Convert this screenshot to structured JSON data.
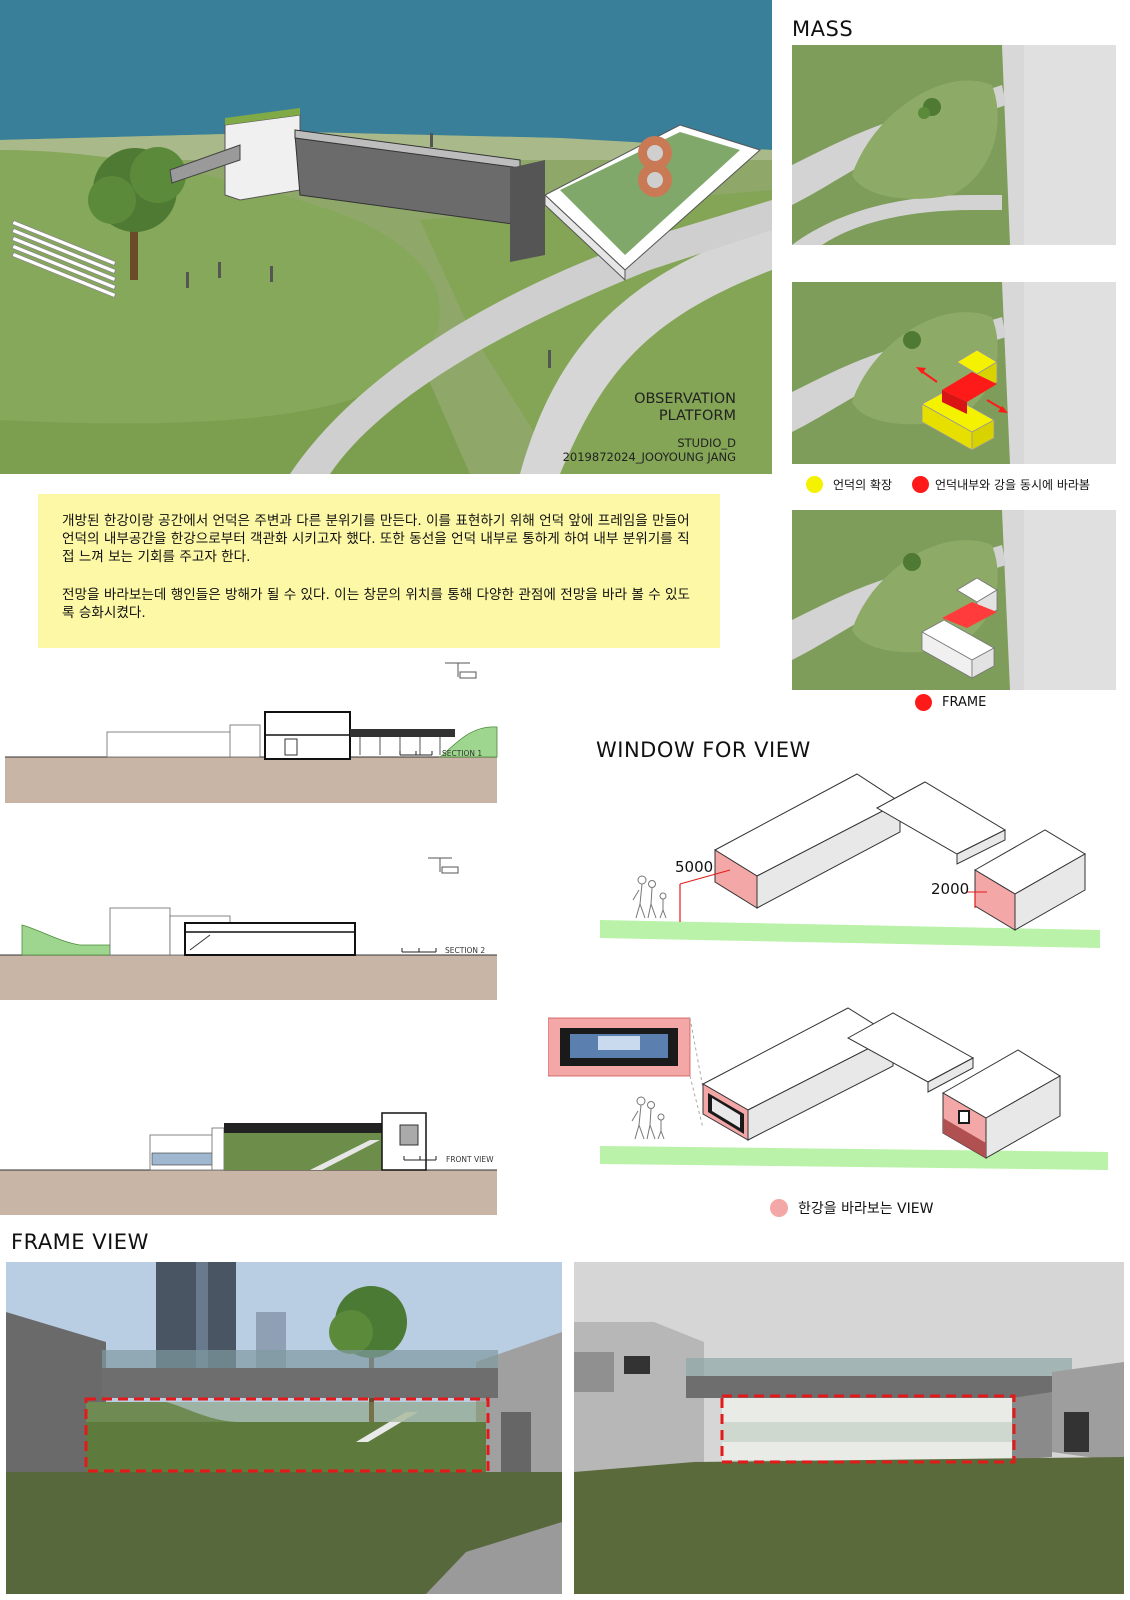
{
  "hero": {
    "title_line1": "OBSERVATION",
    "title_line2": "PLATFORM",
    "studio": "STUDIO_D",
    "author": "2019872024_JOOYOUNG JANG"
  },
  "mass": {
    "title": "MASS",
    "legend": {
      "yellow_label": "언덕의 확장",
      "red_label": "언덕내부와 강을 동시에 바라봄",
      "frame_label": "FRAME"
    }
  },
  "description": {
    "paragraph1": "개방된 한강이랑 공간에서 언덕은 주변과 다른 분위기를 만든다. 이를 표현하기 위해 언덕 앞에 프레임을 만들어 언덕의 내부공간을 한강으로부터 객관화 시키고자 했다. 또한 동선을 언덕 내부로 통하게 하여 내부 분위기를 직접 느껴 보는 기회를 주고자 한다.",
    "paragraph2": "전망을 바라보는데 행인들은 방해가 될 수 있다. 이는 창문의 위치를 통해 다양한 관점에 전망을 바라 볼 수 있도록 승화시켰다."
  },
  "sections": {
    "section1": "SECTION 1",
    "section2": "SECTION 2",
    "front": "FRONT VIEW"
  },
  "window": {
    "title": "WINDOW FOR VIEW",
    "dim1": "5000",
    "dim2": "2000",
    "legend_label": "한강을 바라보는 VIEW"
  },
  "frame_view": {
    "title": "FRAME VIEW"
  },
  "colors": {
    "water": "#3a7f9a",
    "grass": "#7ea152",
    "highlight_yellow": "#f5f200",
    "highlight_red": "#ff1a1a",
    "pink": "#f4a7a7",
    "desc_bg": "#fcf8a6",
    "ground": "#c8b5a6"
  }
}
